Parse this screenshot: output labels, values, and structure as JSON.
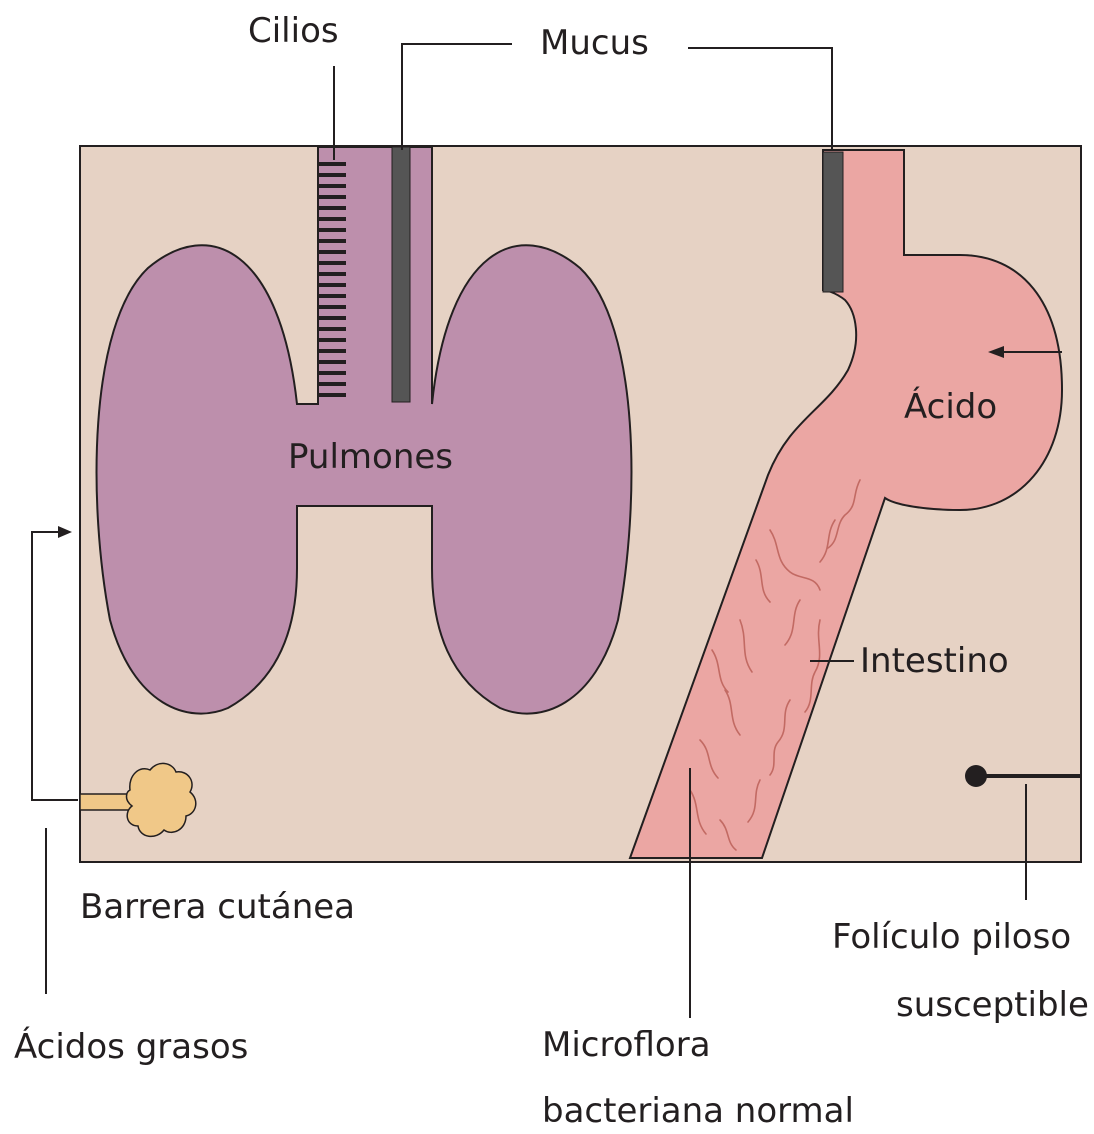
{
  "labels": {
    "cilia": "Cilios",
    "mucus": "Mucus",
    "lungs": "Pulmones",
    "acid": "Ácido",
    "intestine": "Intestino",
    "skin_barrier": "Barrera cutánea",
    "fatty_acids": "Ácidos grasos",
    "microflora_line1": "Microflora",
    "microflora_line2": "bacteriana normal",
    "hair_follicle_line1": "Folículo piloso",
    "hair_follicle_line2": "susceptible"
  },
  "colors": {
    "background_skin": "#e6d2c4",
    "lungs": "#bd8fac",
    "intestine": "#eba6a3",
    "mucus": "#555555",
    "vessels": "#c26a63",
    "gland": "#f0c888",
    "outline": "#231f20"
  }
}
